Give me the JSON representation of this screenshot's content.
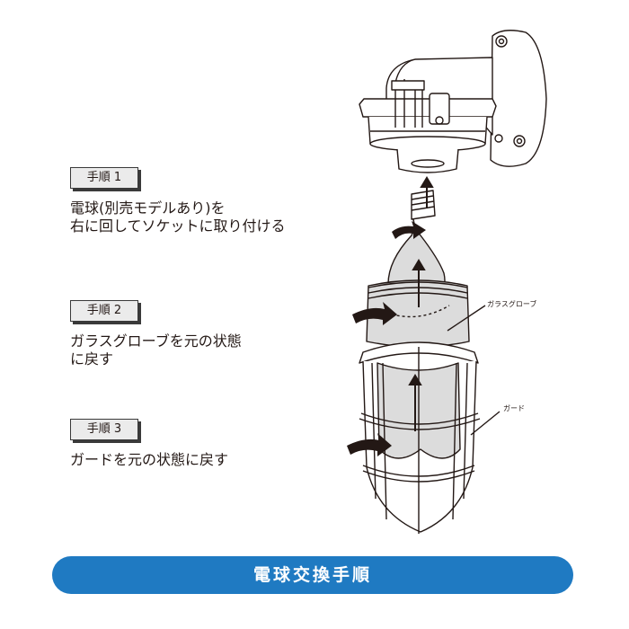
{
  "steps": [
    {
      "badge": "手順 1",
      "text": "電球(別売モデルあり)を\n右に回してソケットに取り付ける"
    },
    {
      "badge": "手順 2",
      "text": "ガラスグローブを元の状態\nに戻す"
    },
    {
      "badge": "手順 3",
      "text": "ガードを元の状態に戻す"
    }
  ],
  "callouts": {
    "glass_globe": "ガラスグローブ",
    "guard": "ガード"
  },
  "title": "電球交換手順",
  "colors": {
    "accent": "#1f7ac2",
    "line": "#231815",
    "fill": "#dcdcdc"
  }
}
